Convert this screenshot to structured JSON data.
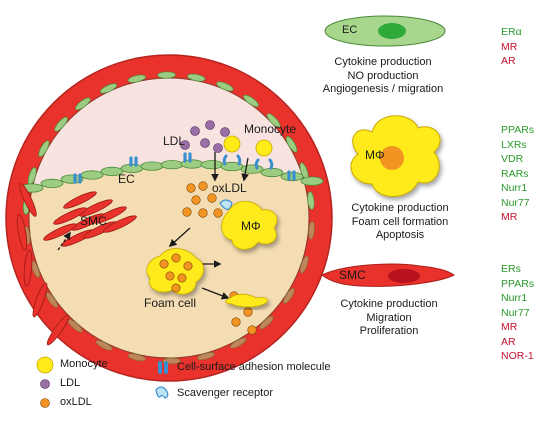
{
  "colors": {
    "vessel_red": "#e8322b",
    "intima_green": "#9ccc82",
    "lumen_pink": "#f8e3e0",
    "intima_tan": "#f4ddb3",
    "monocyte_yellow": "#ffeb1a",
    "ldl_purple": "#9a6fa5",
    "oxldl_orange": "#f39422",
    "receptor_blue": "#3c8fcf",
    "green_text": "#2c9a2c",
    "red_text": "#c4122d"
  },
  "vessel": {
    "ldl": "LDL",
    "monocyte": "Monocyte",
    "ec": "EC",
    "oxldl": "oxLDL",
    "smc": "SMC",
    "macrophage": "MΦ",
    "foam_cell": "Foam cell"
  },
  "panels": {
    "ec": {
      "label": "EC",
      "functions": [
        "Cytokine production",
        "NO production",
        "Angiogenesis / migration"
      ],
      "receptors": [
        {
          "name": "ERα",
          "color": "green"
        },
        {
          "name": "MR",
          "color": "red"
        },
        {
          "name": "AR",
          "color": "red"
        }
      ]
    },
    "macrophage": {
      "label": "MΦ",
      "functions": [
        "Cytokine production",
        "Foam cell formation",
        "Apoptosis"
      ],
      "receptors": [
        {
          "name": "PPARs",
          "color": "green"
        },
        {
          "name": "LXRs",
          "color": "green"
        },
        {
          "name": "VDR",
          "color": "green"
        },
        {
          "name": "RARs",
          "color": "green"
        },
        {
          "name": "Nurr1",
          "color": "green"
        },
        {
          "name": "Nur77",
          "color": "green"
        },
        {
          "name": "MR",
          "color": "red"
        }
      ]
    },
    "smc": {
      "label": "SMC",
      "functions": [
        "Cytokine production",
        "Migration",
        "Proliferation"
      ],
      "receptors": [
        {
          "name": "ERs",
          "color": "green"
        },
        {
          "name": "PPARs",
          "color": "green"
        },
        {
          "name": "Nurr1",
          "color": "green"
        },
        {
          "name": "Nur77",
          "color": "green"
        },
        {
          "name": "MR",
          "color": "red"
        },
        {
          "name": "AR",
          "color": "red"
        },
        {
          "name": "NOR-1",
          "color": "red"
        }
      ]
    }
  },
  "legend": {
    "monocyte": "Monocyte",
    "ldl": "LDL",
    "oxldl": "oxLDL",
    "adhesion": "Cell-surface adhesion molecule",
    "scavenger": "Scavenger receptor"
  }
}
